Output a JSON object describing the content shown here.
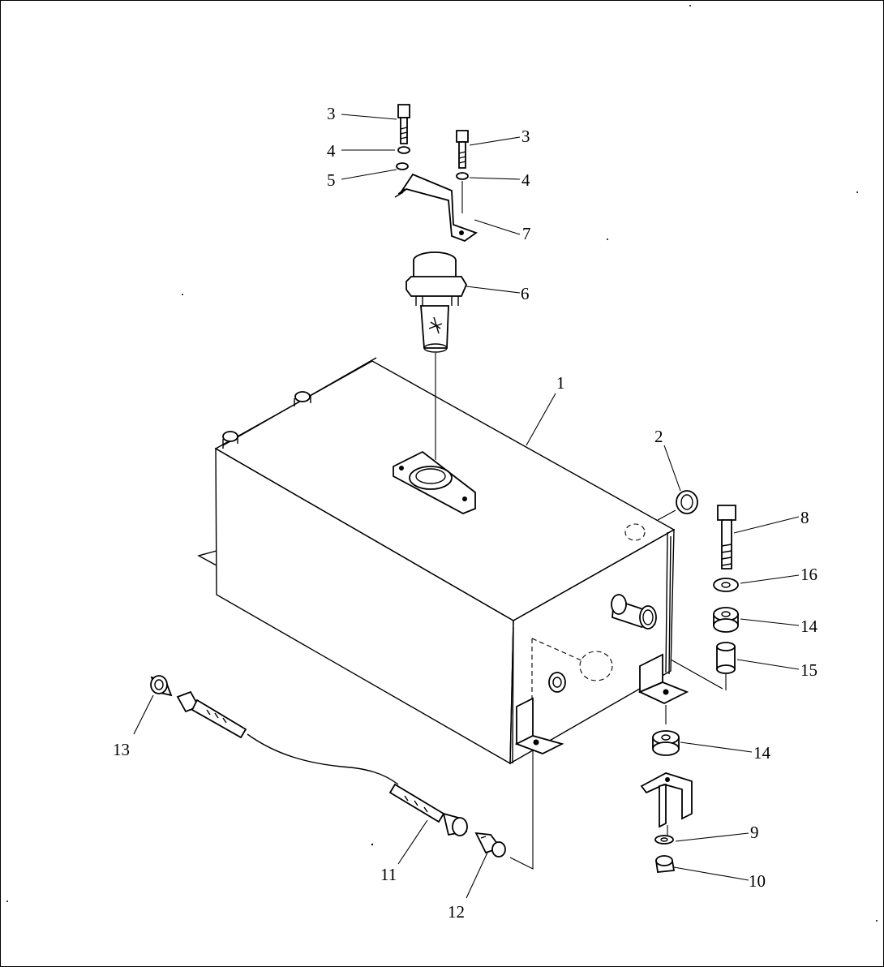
{
  "diagram": {
    "callouts": [
      {
        "id": "c3a",
        "text": "3"
      },
      {
        "id": "c4a",
        "text": "4"
      },
      {
        "id": "c5",
        "text": "5"
      },
      {
        "id": "c3b",
        "text": "3"
      },
      {
        "id": "c4b",
        "text": "4"
      },
      {
        "id": "c7",
        "text": "7"
      },
      {
        "id": "c6",
        "text": "6"
      },
      {
        "id": "c1",
        "text": "1"
      },
      {
        "id": "c2",
        "text": "2"
      },
      {
        "id": "c8",
        "text": "8"
      },
      {
        "id": "c16",
        "text": "16"
      },
      {
        "id": "c14a",
        "text": "14"
      },
      {
        "id": "c15",
        "text": "15"
      },
      {
        "id": "c14b",
        "text": "14"
      },
      {
        "id": "c9",
        "text": "9"
      },
      {
        "id": "c10",
        "text": "10"
      },
      {
        "id": "c11",
        "text": "11"
      },
      {
        "id": "c12",
        "text": "12"
      },
      {
        "id": "c13",
        "text": "13"
      }
    ]
  }
}
